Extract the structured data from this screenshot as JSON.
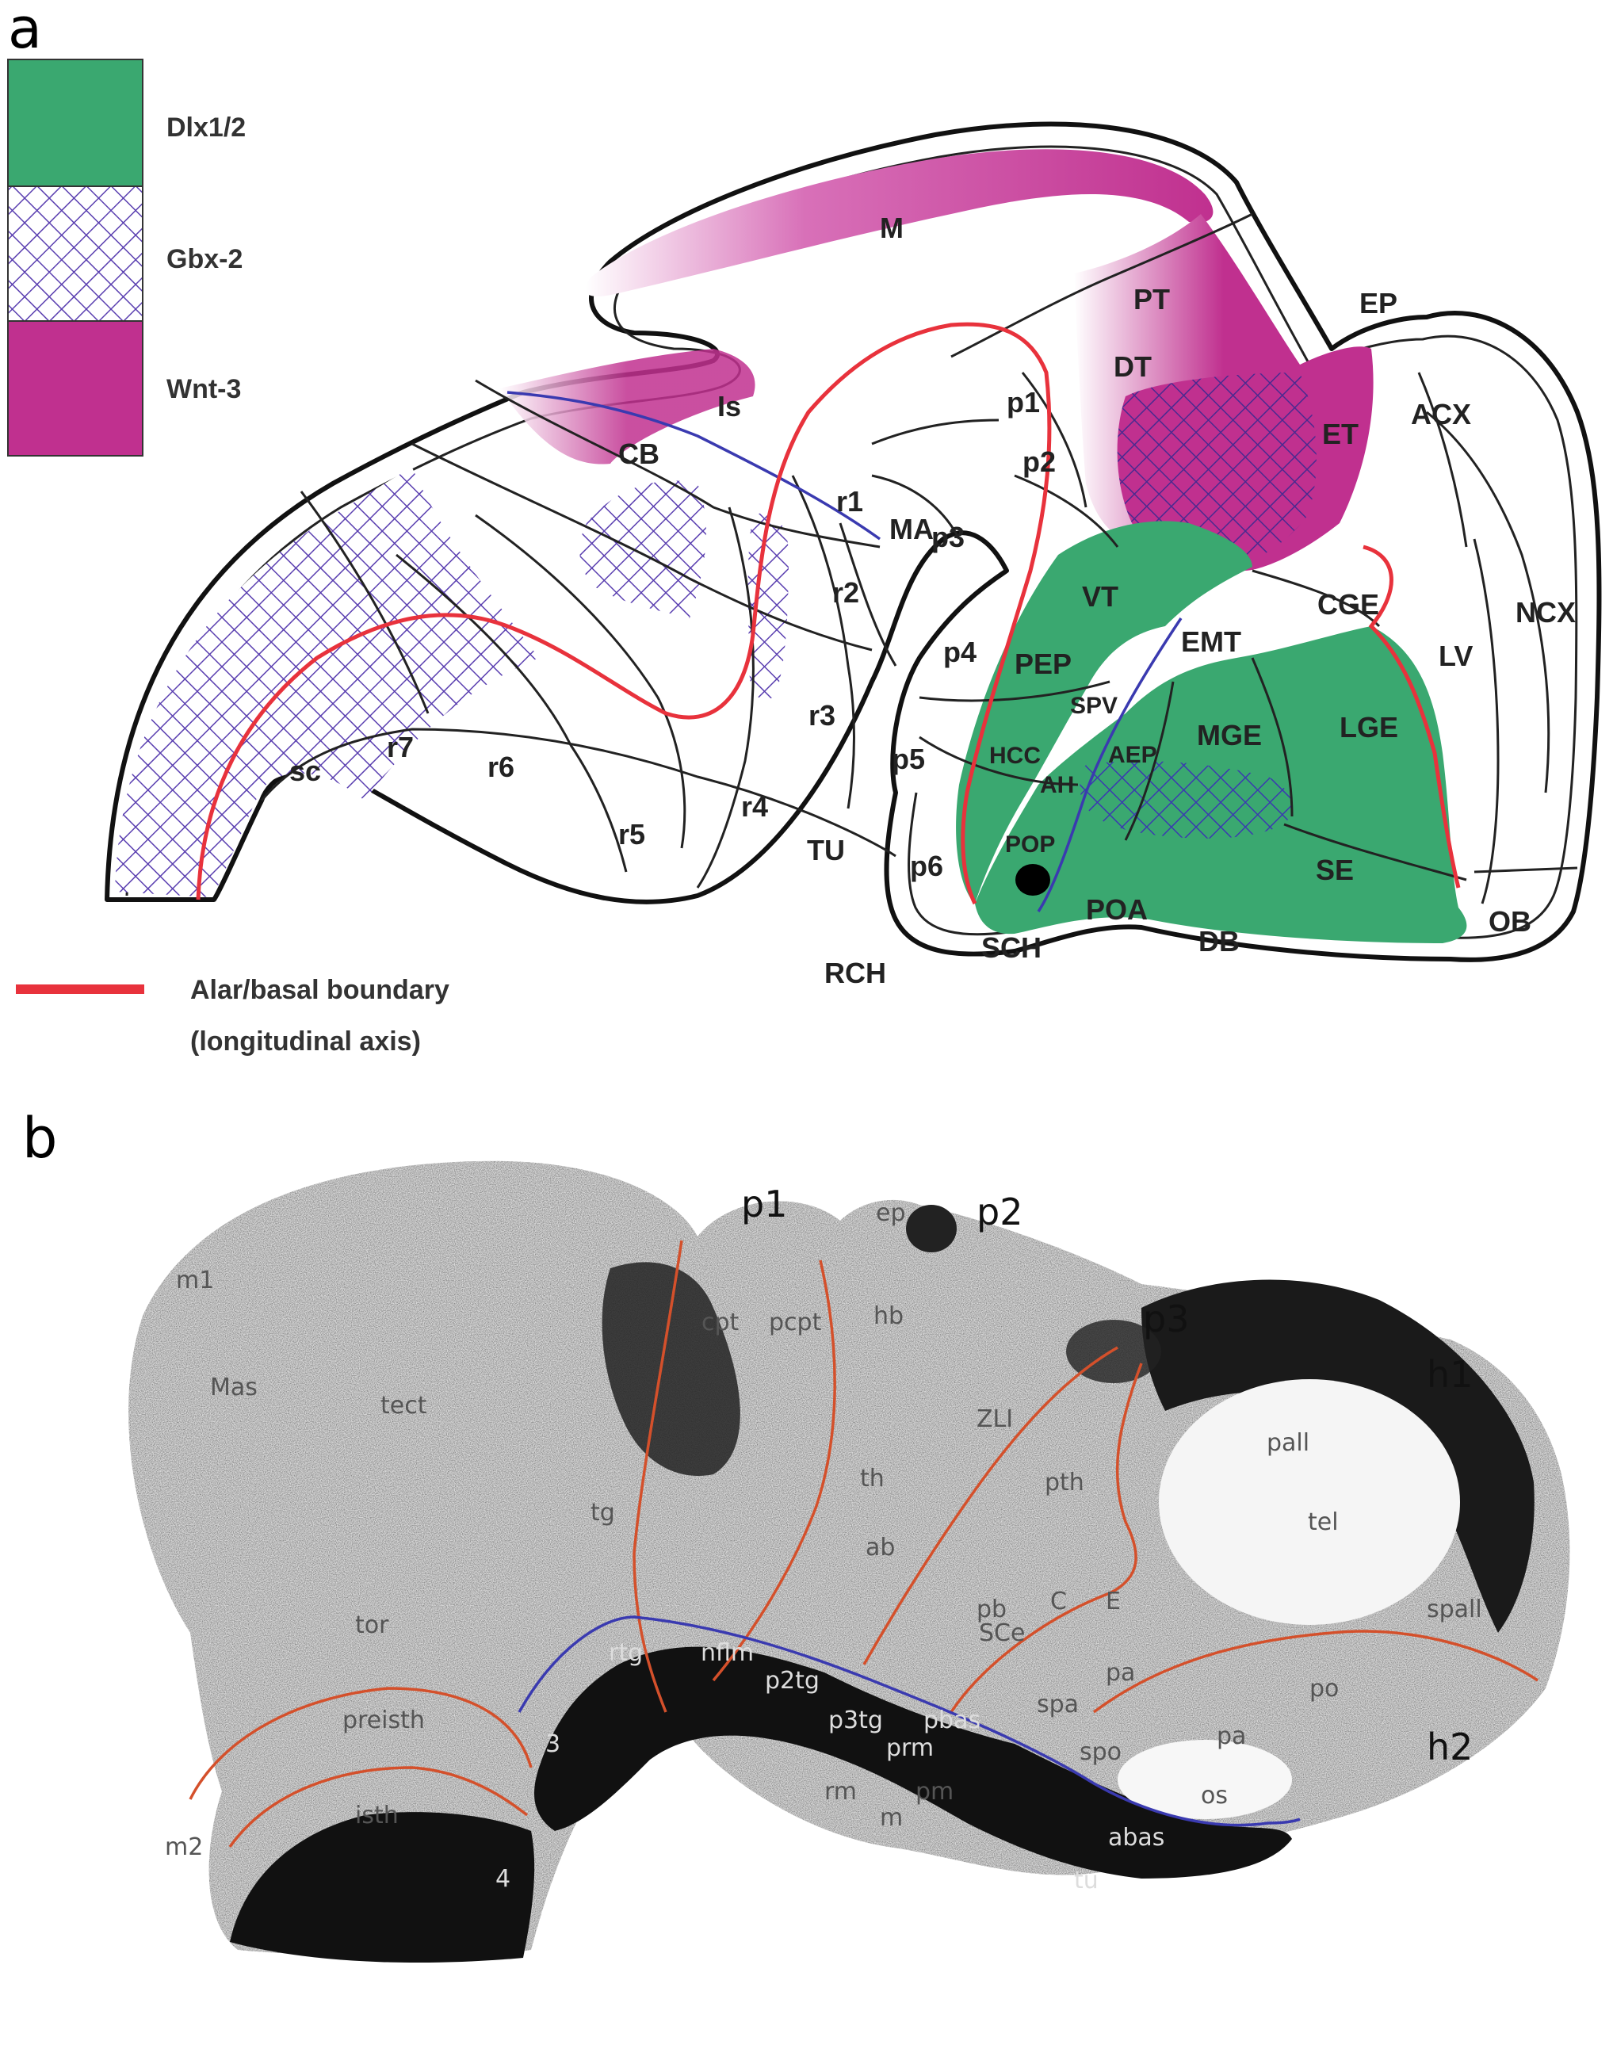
{
  "panels": {
    "a": {
      "letter": "a",
      "legend": [
        {
          "label": "Dlx1/2",
          "pattern": "solid",
          "color": "#3aa870"
        },
        {
          "label": "Gbx-2",
          "pattern": "crosshatch",
          "color": "#5a3fb0"
        },
        {
          "label": "Wnt-3",
          "pattern": "solid",
          "color": "#c0308f"
        }
      ],
      "boundary_legend": {
        "line1": "Alar/basal boundary",
        "line2": "(longitudinal axis)",
        "color": "#e8323c"
      },
      "labels": {
        "M": "M",
        "PT": "PT",
        "EP": "EP",
        "DT": "DT",
        "ET": "ET",
        "ACX": "ACX",
        "Is": "Is",
        "CB": "CB",
        "p1": "p1",
        "p2": "p2",
        "p3": "p3",
        "r1": "r1",
        "MA": "MA",
        "VT": "VT",
        "CGE": "CGE",
        "NCX": "NCX",
        "r2": "r2",
        "p4": "p4",
        "EMT": "EMT",
        "LV": "LV",
        "PEP": "PEP",
        "SPV": "SPV",
        "r3": "r3",
        "MGE": "MGE",
        "LGE": "LGE",
        "HCC": "HCC",
        "AEP": "AEP",
        "p5": "p5",
        "AH": "AH",
        "sc": "sc",
        "r7": "r7",
        "r6": "r6",
        "r5": "r5",
        "r4": "r4",
        "TU": "TU",
        "POP": "POP",
        "SE": "SE",
        "p6": "p6",
        "POA": "POA",
        "OB": "OB",
        "DB": "DB",
        "SCH": "SCH",
        "RCH": "RCH"
      }
    },
    "b": {
      "letter": "b",
      "labels": {
        "p1": "p1",
        "p2": "p2",
        "p3": "p3",
        "h1": "h1",
        "h2": "h2",
        "ep": "ep",
        "m1": "m1",
        "Mas": "Mas",
        "cpt": "cpt",
        "pcpt": "pcpt",
        "hb": "hb",
        "tect": "tect",
        "ZLI": "ZLI",
        "pall": "pall",
        "th": "th",
        "tg": "tg",
        "pth": "pth",
        "tel": "tel",
        "ab": "ab",
        "tor": "tor",
        "pb": "pb",
        "C": "C",
        "E": "E",
        "SCe": "SCe",
        "spall": "spall",
        "rtg": "rtg",
        "nflm": "nflm",
        "p2tg": "p2tg",
        "pa_top": "pa",
        "po": "po",
        "p3tg": "p3tg",
        "pbas": "pbas",
        "spa": "spa",
        "preisth": "preisth",
        "three": "3",
        "prm": "prm",
        "spo": "spo",
        "pa": "pa",
        "rm": "rm",
        "pm": "pm",
        "m": "m",
        "os": "os",
        "isth": "isth",
        "m2": "m2",
        "abas": "abas",
        "tu": "tu",
        "four": "4"
      }
    }
  }
}
